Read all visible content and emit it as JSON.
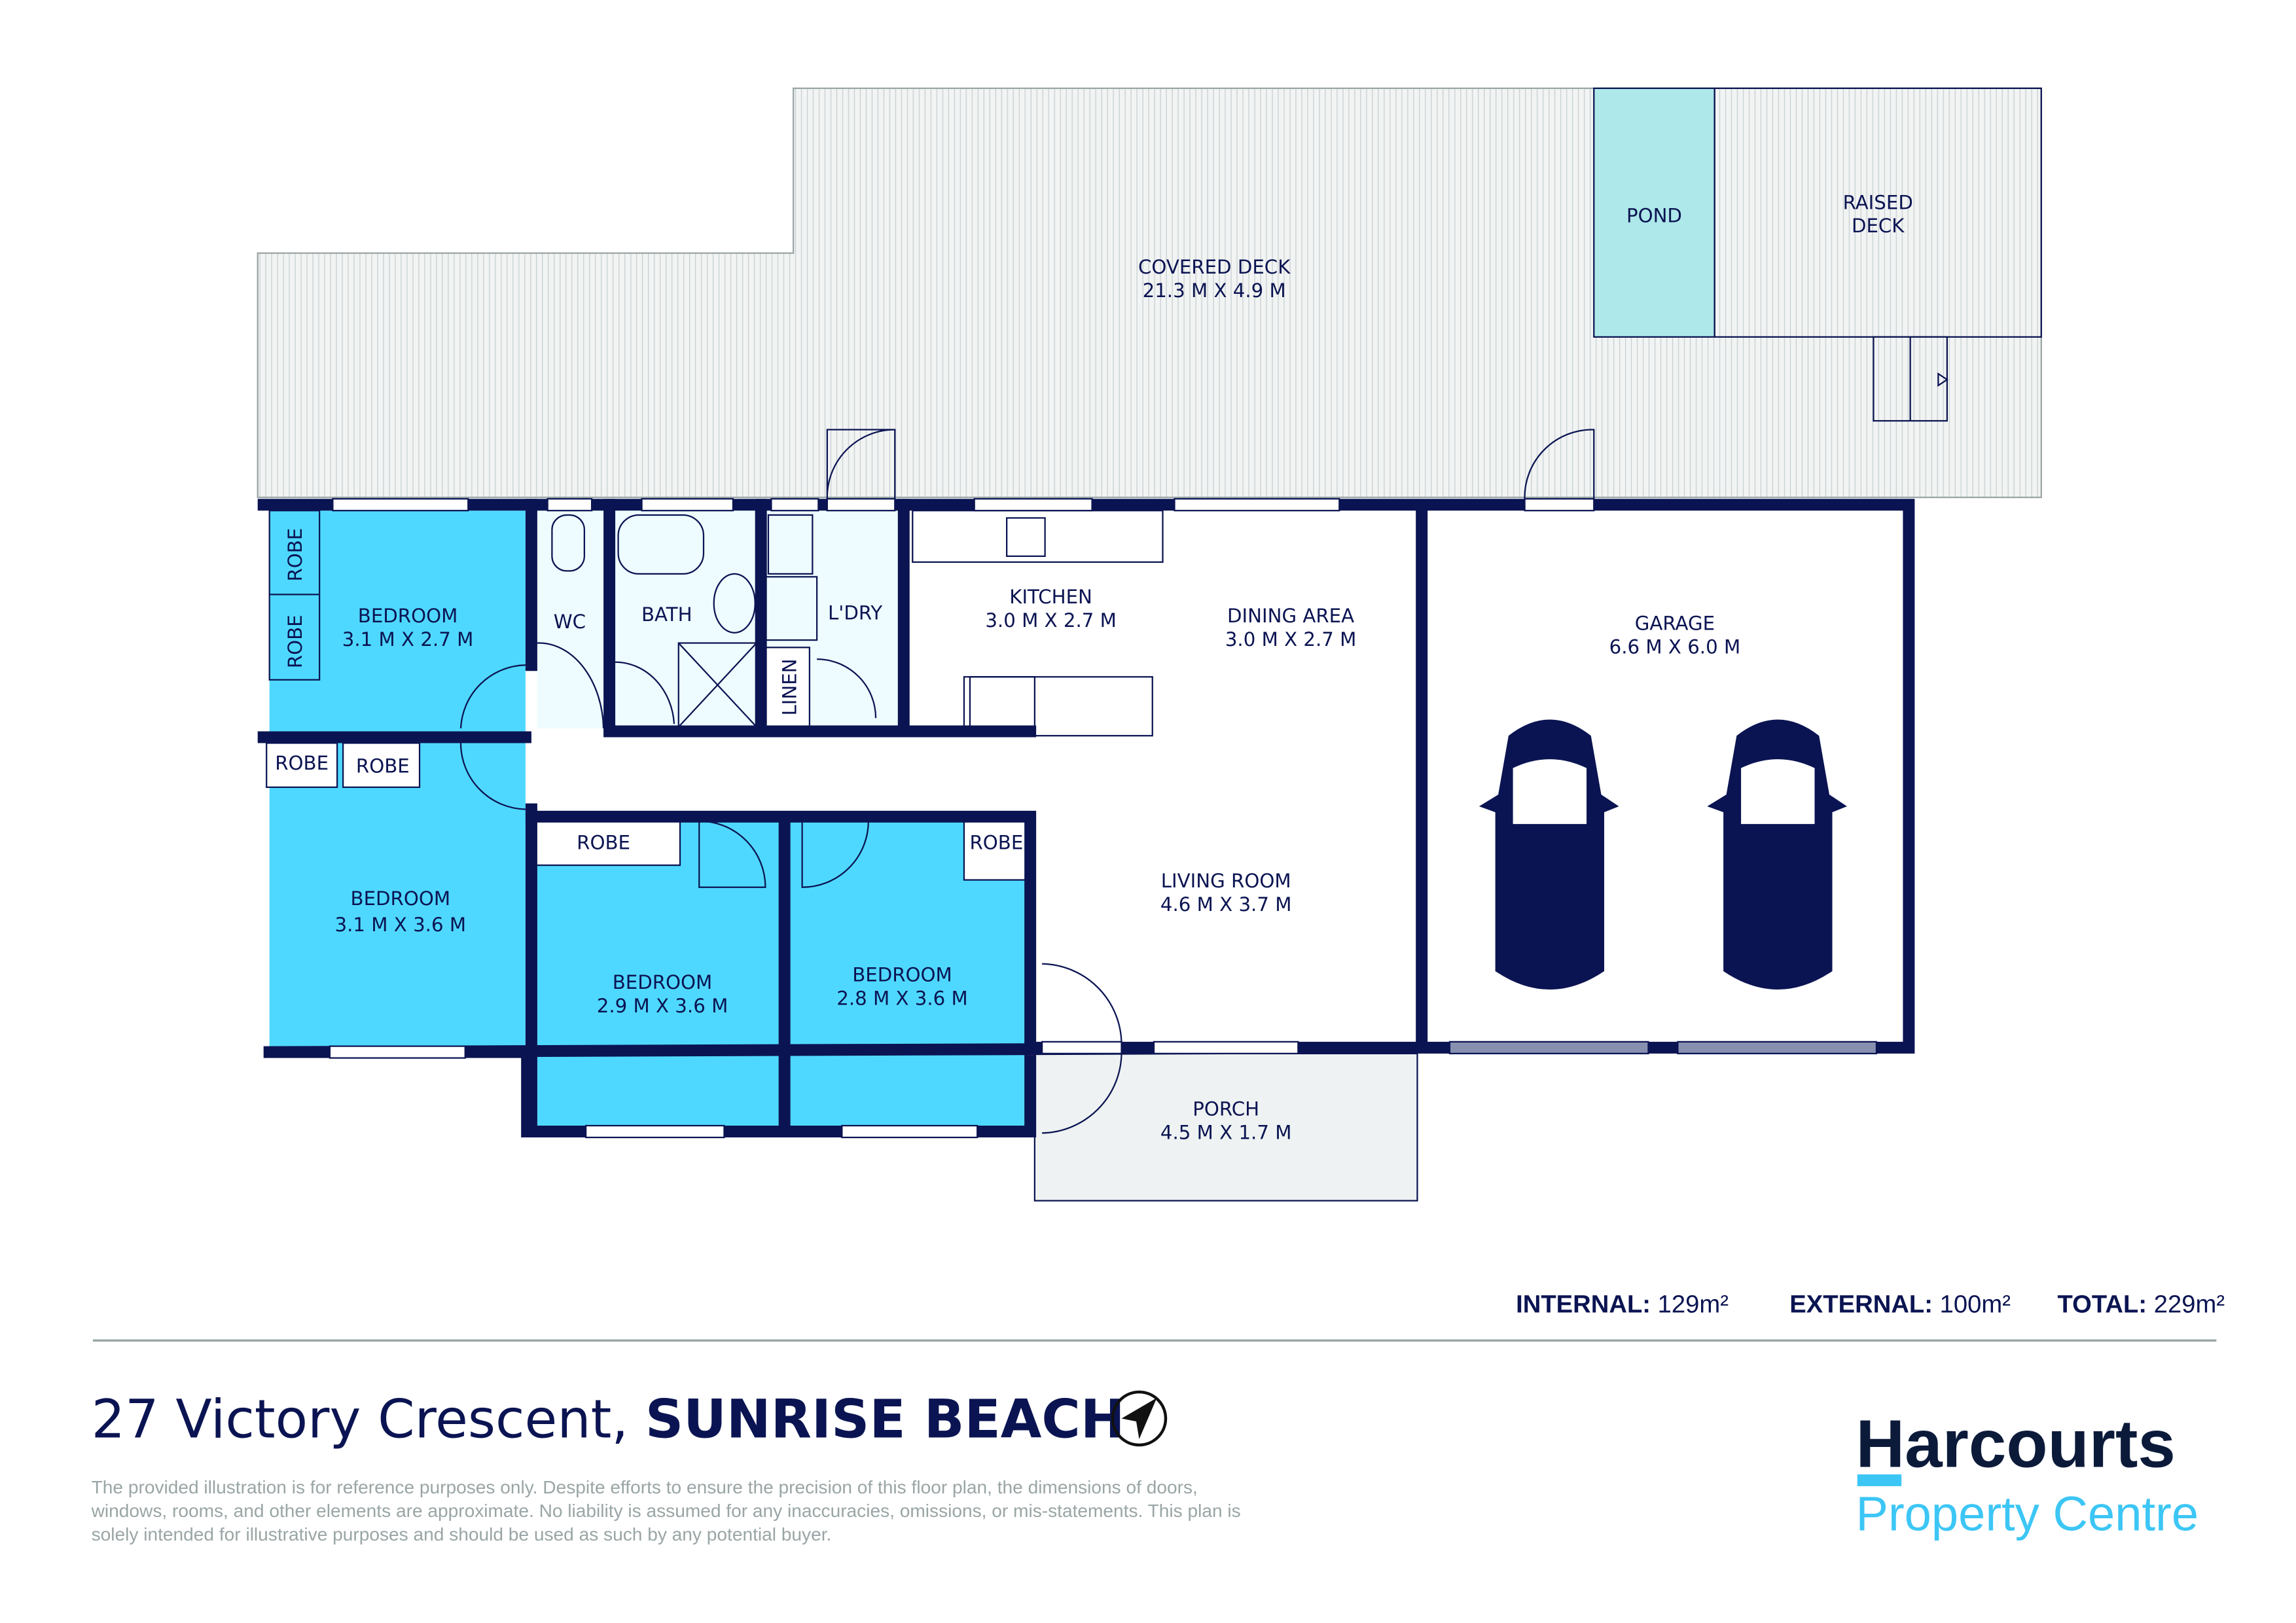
{
  "colors": {
    "navy": "#0b1452",
    "room_blue": "#4fd8ff",
    "wet_area": "#eefcff",
    "deck": "#f2f4f4",
    "pond": "#aee8ea",
    "porch": "#eef2f2",
    "brand_cyan": "#3cc6f5",
    "divider": "#9aa5a5"
  },
  "rooms": {
    "covered_deck": {
      "name": "COVERED DECK",
      "size": "21.3 M X 4.9 M"
    },
    "pond": {
      "name": "POND"
    },
    "raised_deck": {
      "line1": "RAISED",
      "line2": "DECK"
    },
    "bedroom1": {
      "name": "BEDROOM",
      "size": "3.1 M X 2.7 M"
    },
    "bedroom2": {
      "name": "BEDROOM",
      "size": "3.1 M X 3.6 M"
    },
    "bedroom3": {
      "name": "BEDROOM",
      "size": "2.9 M X 3.6 M"
    },
    "bedroom4": {
      "name": "BEDROOM",
      "size": "2.8 M X 3.6 M"
    },
    "wc": {
      "name": "WC"
    },
    "bath": {
      "name": "BATH"
    },
    "laundry": {
      "name": "L'DRY"
    },
    "linen": {
      "name": "LINEN"
    },
    "robe": {
      "name": "ROBE"
    },
    "kitchen": {
      "name": "KITCHEN",
      "size": "3.0 M X 2.7 M"
    },
    "dining": {
      "name": "DINING AREA",
      "size": "3.0 M X 2.7 M"
    },
    "living": {
      "name": "LIVING ROOM",
      "size": "4.6 M X 3.7 M"
    },
    "garage": {
      "name": "GARAGE",
      "size": "6.6 M X 6.0 M"
    },
    "porch": {
      "name": "PORCH",
      "size": "4.5 M X 1.7 M"
    }
  },
  "areas": {
    "internal_label": "INTERNAL:",
    "internal_value": " 129m²",
    "external_label": "EXTERNAL:",
    "external_value": " 100m²",
    "total_label": "TOTAL:",
    "total_value": " 229m²"
  },
  "address": {
    "street": "27 Victory Crescent, ",
    "suburb": "SUNRISE BEACH"
  },
  "disclaimer": [
    "The provided illustration is for reference purposes only. Despite efforts to ensure the precision of this floor plan, the dimensions of doors,",
    "windows, rooms, and other elements are approximate. No liability is assumed for any inaccuracies, omissions, or mis-statements. This plan is",
    "solely intended for illustrative purposes and should be used as such by any potential buyer."
  ],
  "brand": {
    "name": "Harcourts",
    "sub": "Property Centre"
  }
}
